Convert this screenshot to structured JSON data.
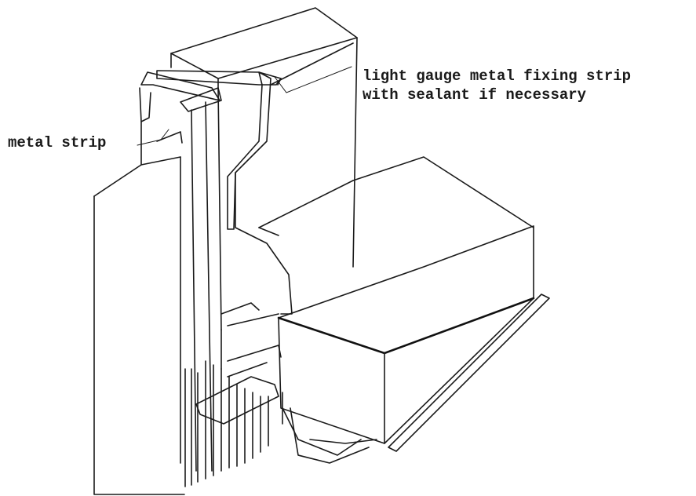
{
  "annotations": {
    "metal_strip": "metal strip",
    "fixing_strip_line1": "light gauge metal fixing strip",
    "fixing_strip_line2": "with sealant if necessary"
  },
  "colors": {
    "ink": "#1a1a1a",
    "sealant_fill": "#c8c8c8",
    "background": "#ffffff"
  }
}
